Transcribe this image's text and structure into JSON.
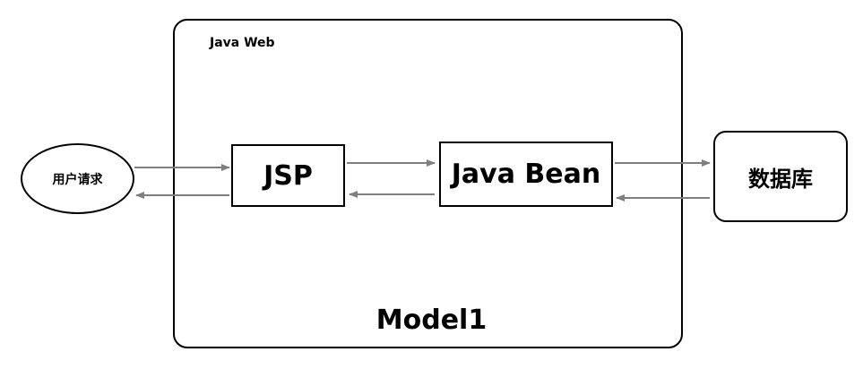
{
  "container": {
    "label": "Java Web",
    "title": "Model1"
  },
  "nodes": {
    "user": "用户请求",
    "jsp": "JSP",
    "bean": "Java Bean",
    "db": "数据库"
  },
  "colors": {
    "arrow": "#7f7f7f",
    "border": "#000000"
  }
}
